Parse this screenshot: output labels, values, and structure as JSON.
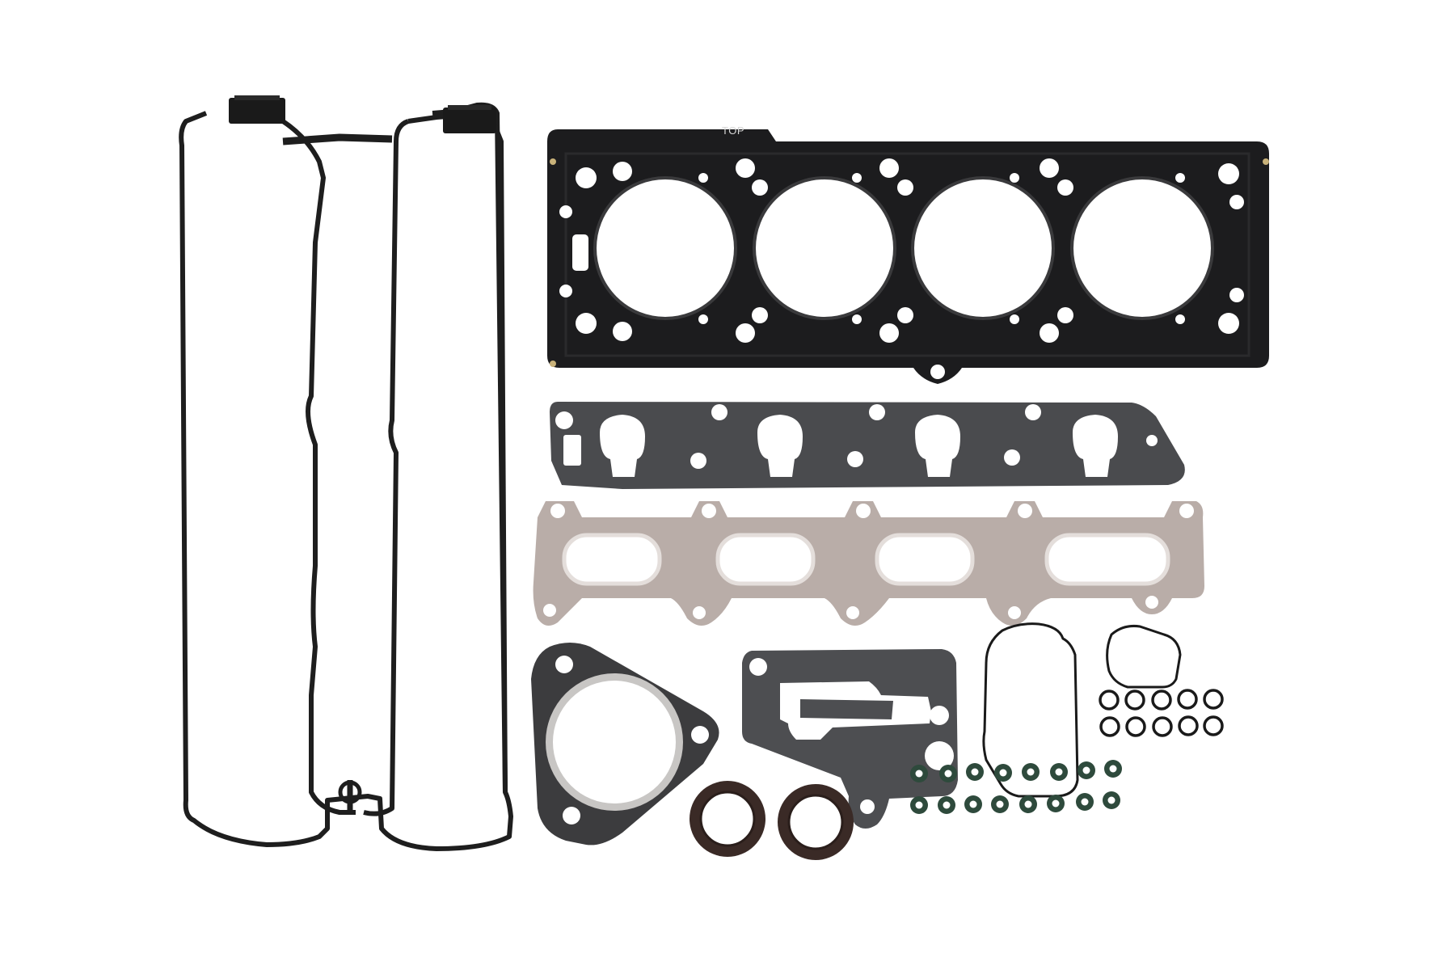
{
  "image": {
    "subject": "Engine cylinder head gasket set",
    "background": "#ffffff"
  },
  "parts": {
    "head_gasket": {
      "label": "TOP",
      "cylinders": 4,
      "color": "#1c1c1e"
    },
    "valve_cover_gasket": {
      "count": 1,
      "color": "#1e1e1e"
    },
    "intake_manifold_gasket": {
      "ports": 4,
      "color": "#4a4b4e"
    },
    "exhaust_manifold_gasket": {
      "ports": 4,
      "color": "#b9ada8"
    },
    "exhaust_flange_gasket": {
      "bolt_holes": 3,
      "color": "#3c3c3e"
    },
    "thermostat_housing_gasket": {
      "color": "#4d4e51"
    },
    "shaft_seals": {
      "count": 2,
      "color": "#3a2a26"
    },
    "o_rings_large": {
      "count": 2,
      "color": "#1a1a1a"
    },
    "o_rings_small": {
      "count": 10,
      "color": "#1a1a1a"
    },
    "valve_stem_seals": {
      "count": 16,
      "color": "#2e4a3c"
    }
  }
}
